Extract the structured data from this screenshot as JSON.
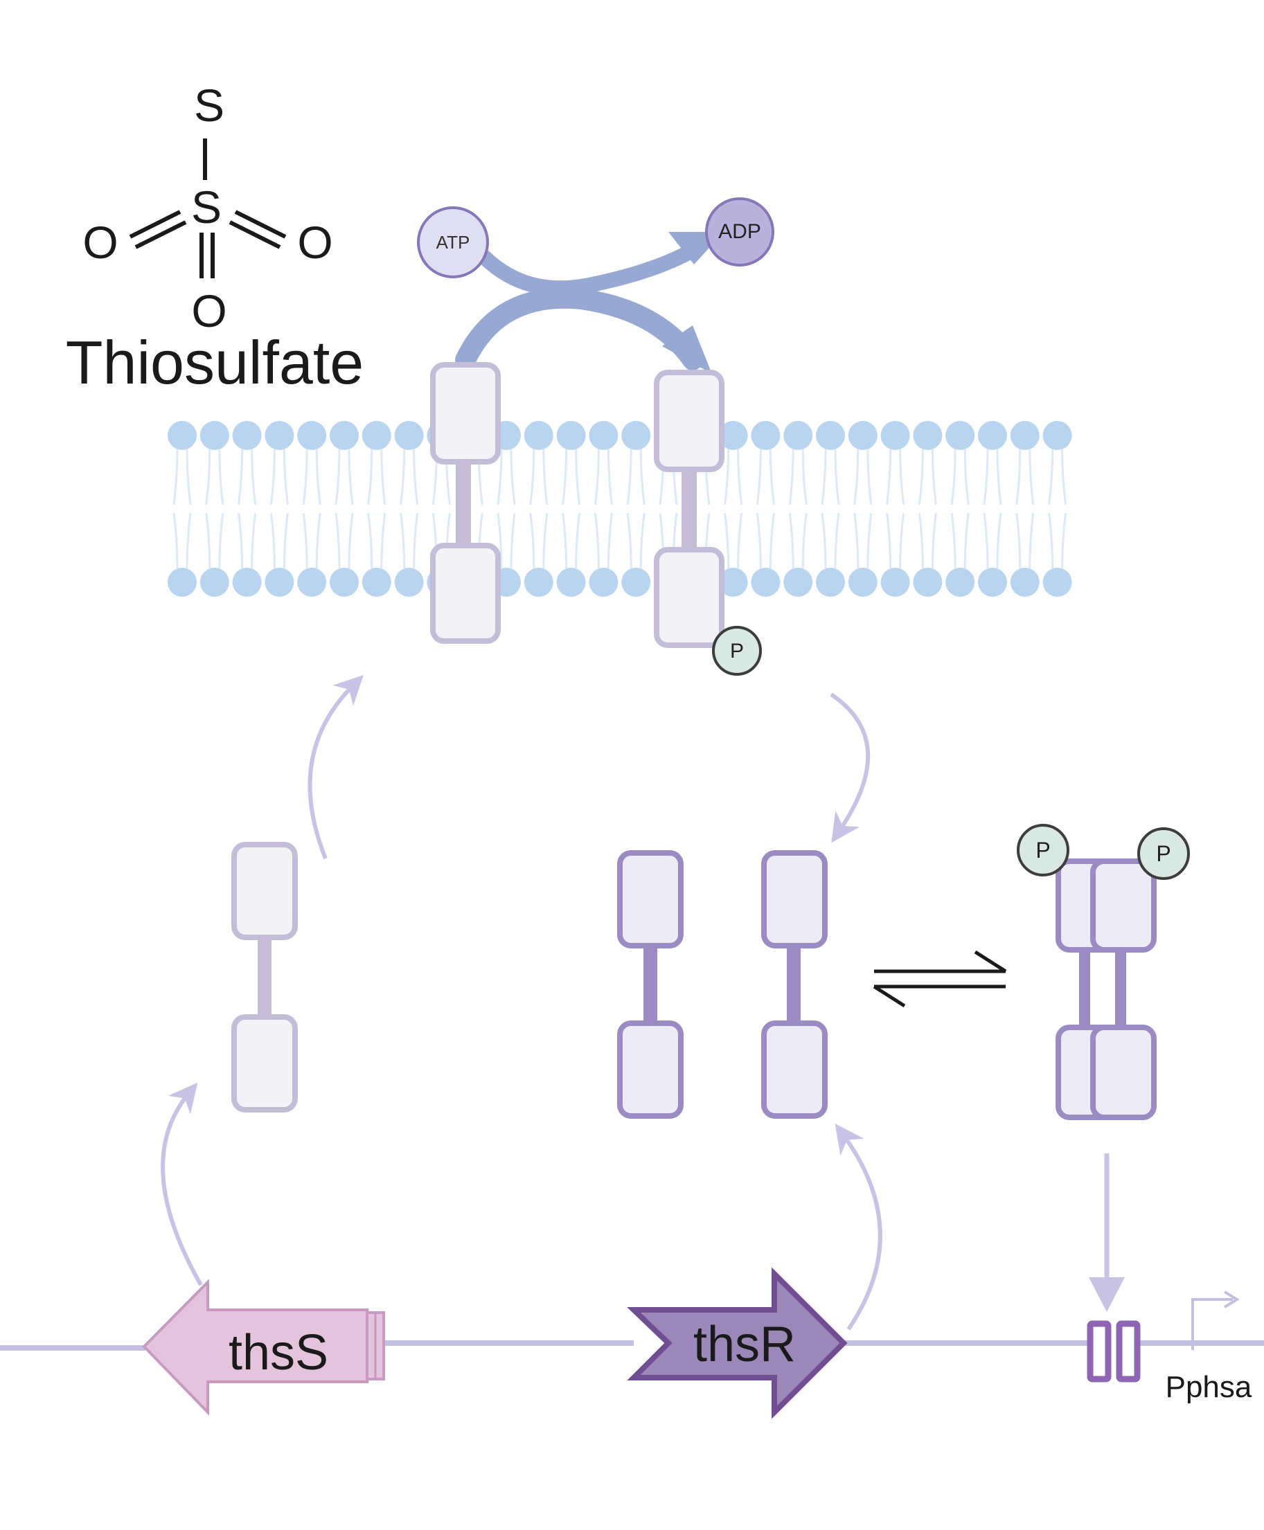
{
  "molecule": {
    "name": "Thiosulfate",
    "atoms": {
      "top_s": "S",
      "center_s": "S",
      "left_o": "O",
      "right_o": "O",
      "bottom_o": "O"
    }
  },
  "reaction": {
    "atp": "ATP",
    "adp": "ADP"
  },
  "phospho_label": "P",
  "genes": {
    "sensor": "thsS",
    "regulator": "thsR"
  },
  "promoter": {
    "label": "Pphsa"
  },
  "colors": {
    "lipid_head": "#b9d4ef",
    "lipid_tail": "#dce9f6",
    "sensor_stroke": "#c3bdd8",
    "sensor_fill": "#f3f2f7",
    "regulator_stroke": "#9a8cc3",
    "regulator_fill": "#ecebf6",
    "arrow_light": "#c8c3e4",
    "reaction_arrow": "#97a9d3",
    "atp_fill": "#e0def2",
    "adp_fill": "#b8b2dc",
    "phospho_fill": "#d9e8e3",
    "thsS_fill": "#e4c4dc",
    "thsS_stroke": "#c79ac2",
    "thsR_fill": "#9c88b8",
    "thsR_stroke": "#6f4f92",
    "dna_line": "#c4c0e2",
    "binding_site": "#8f65b3"
  }
}
